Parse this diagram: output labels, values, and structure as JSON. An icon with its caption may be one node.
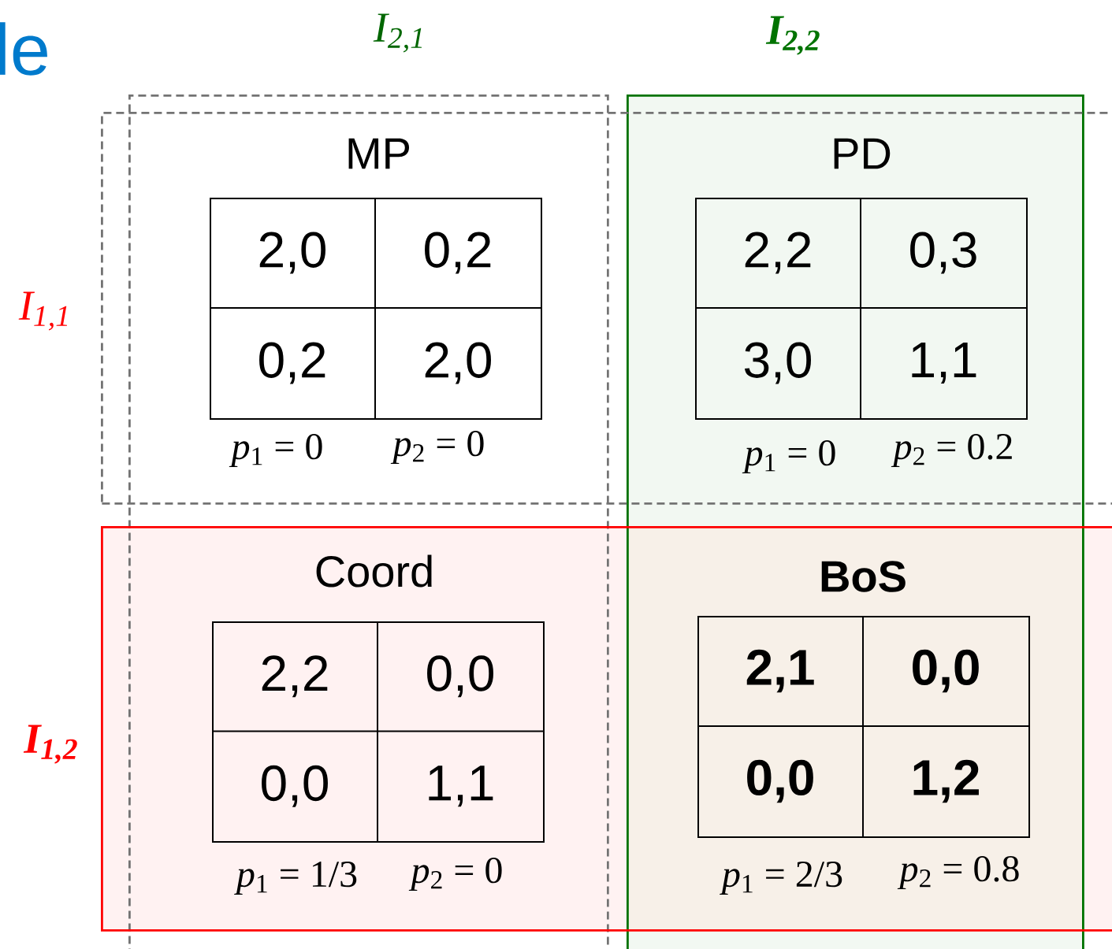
{
  "diagram": {
    "title": "le",
    "nodes": [
      {
        "text": [
          "I$_{2,1}$"
        ]
      },
      {
        "text": [
          "I$_{2,2}$"
        ]
      },
      {
        "text": [
          "I$_{1,1}$"
        ]
      },
      {
        "text": [
          "I$_{1,2}$"
        ]
      },
      {
        "text": [
          "2,0",
          "0,2",
          "0,2",
          "2,0"
        ]
      },
      {
        "text": [
          "2,2",
          "0,3",
          "3,0",
          "1,1"
        ]
      },
      {
        "text": [
          "2,2",
          "0,0",
          "0,0",
          "1,1"
        ]
      },
      {
        "text": [
          "2,1",
          "0,0",
          "0,0",
          "1,2"
        ]
      }
    ],
    "labels": [
      "MP",
      "PD",
      "*p*$_{1}$ = 0",
      "*p*$_{2}$ = 0",
      "*p*$_{1}$ = 0",
      "*p*$_{2}$ = 0.2",
      "Coord",
      "BoS",
      "*p*$_{1}$ = 1/3",
      "*p*$_{2}$ = 0",
      "*p*$_{1}$ = 2/3",
      "*p*$_{2}$ = 0.8"
    ]
  }
}
